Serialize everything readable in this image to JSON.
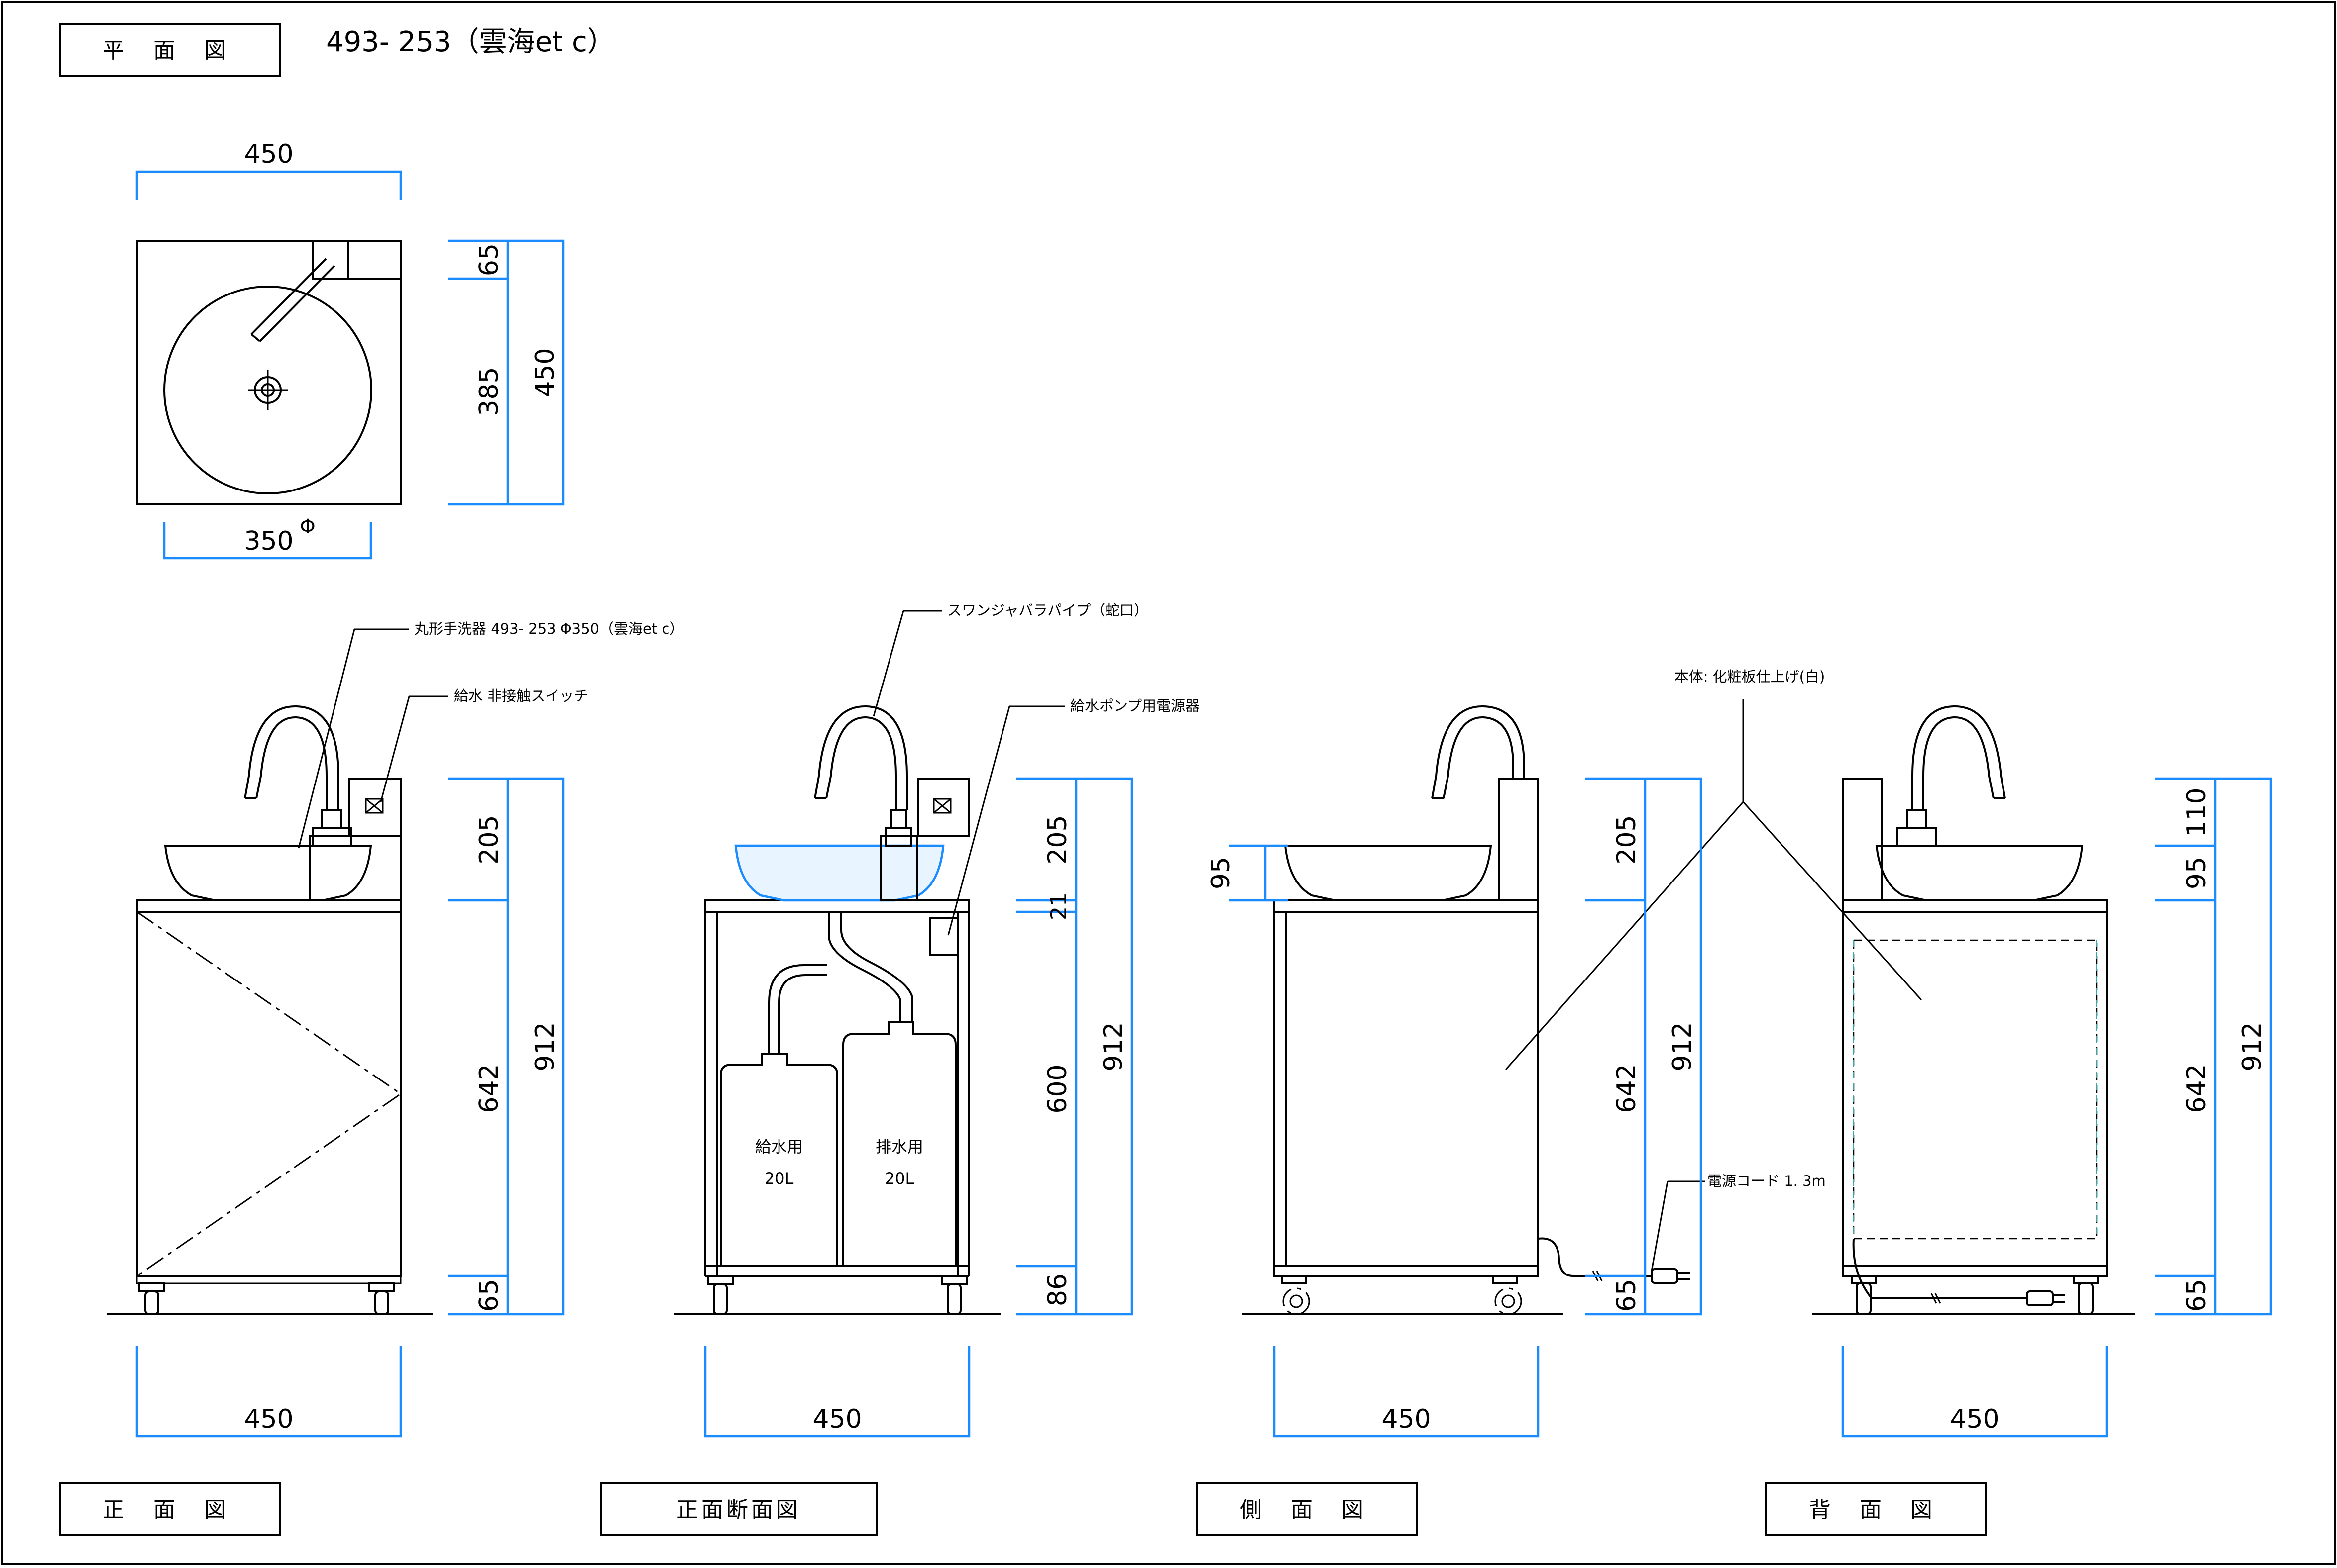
{
  "header": {
    "plan_label": "平 面 図",
    "model_title": "493- 253（雲海et c）"
  },
  "plan_view": {
    "dim_width_top": "450",
    "dim_basin_dia": "350",
    "dim_phi": "Φ",
    "dim_depth_65": "65",
    "dim_depth_385": "385",
    "dim_depth_450": "450"
  },
  "front_view": {
    "title": "正 面 図",
    "note_basin": "丸形手洗器 493- 253 Φ350（雲海et c）",
    "note_switch": "給水 非接触スイッチ",
    "dim_205": "205",
    "dim_642": "642",
    "dim_65": "65",
    "dim_912": "912",
    "dim_width": "450"
  },
  "section_view": {
    "title": "正面断面図",
    "note_pipe": "スワンジャバラパイプ（蛇口）",
    "note_power": "給水ポンプ用電源器",
    "tank_supply_name": "給水用",
    "tank_supply_cap": "20L",
    "tank_drain_name": "排水用",
    "tank_drain_cap": "20L",
    "dim_205": "205",
    "dim_21": "21",
    "dim_600": "600",
    "dim_86": "86",
    "dim_912": "912",
    "dim_width": "450"
  },
  "side_view": {
    "title": "側 面 図",
    "note_body": "本体: 化粧板仕上げ(白)",
    "note_cord": "電源コード 1. 3m",
    "dim_95": "95",
    "dim_205": "205",
    "dim_642": "642",
    "dim_65": "65",
    "dim_912": "912",
    "dim_width": "450"
  },
  "back_view": {
    "title": "背 面 図",
    "dim_110": "110",
    "dim_95": "95",
    "dim_642": "642",
    "dim_65": "65",
    "dim_912": "912",
    "dim_width": "450"
  },
  "colors": {
    "dimension_line": "#1a8cff",
    "drawing_line": "#000000"
  }
}
